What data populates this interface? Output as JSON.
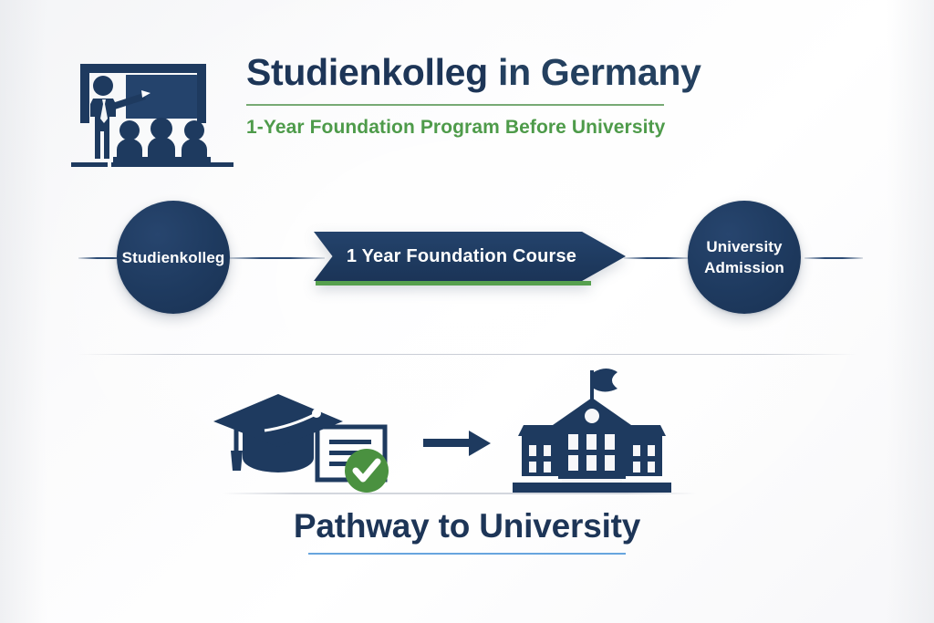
{
  "header": {
    "title_strong": "Studienkolleg",
    "title_light": " in Germany",
    "subtitle": "1-Year Foundation Program Before University",
    "icon": "classroom-teaching-icon"
  },
  "flow": {
    "start_node": "Studienkolleg",
    "banner_label": "1 Year Foundation Course",
    "end_node_line1": "University",
    "end_node_line2": "Admission"
  },
  "bottom": {
    "graduation_icon": "graduation-cap-certificate-icon",
    "arrow_icon": "right-arrow-icon",
    "university_icon": "university-building-icon",
    "caption": "Pathway to University"
  },
  "colors": {
    "navy": "#1e3a5f",
    "navy_deep": "#1d3557",
    "green": "#4e9b4a",
    "green_rule": "#6ba368",
    "green_stripe": "#56a04e",
    "check_green": "#4a9140",
    "blue_rule": "#5fa0dc",
    "white": "#ffffff",
    "background": "#f7f7f9"
  }
}
